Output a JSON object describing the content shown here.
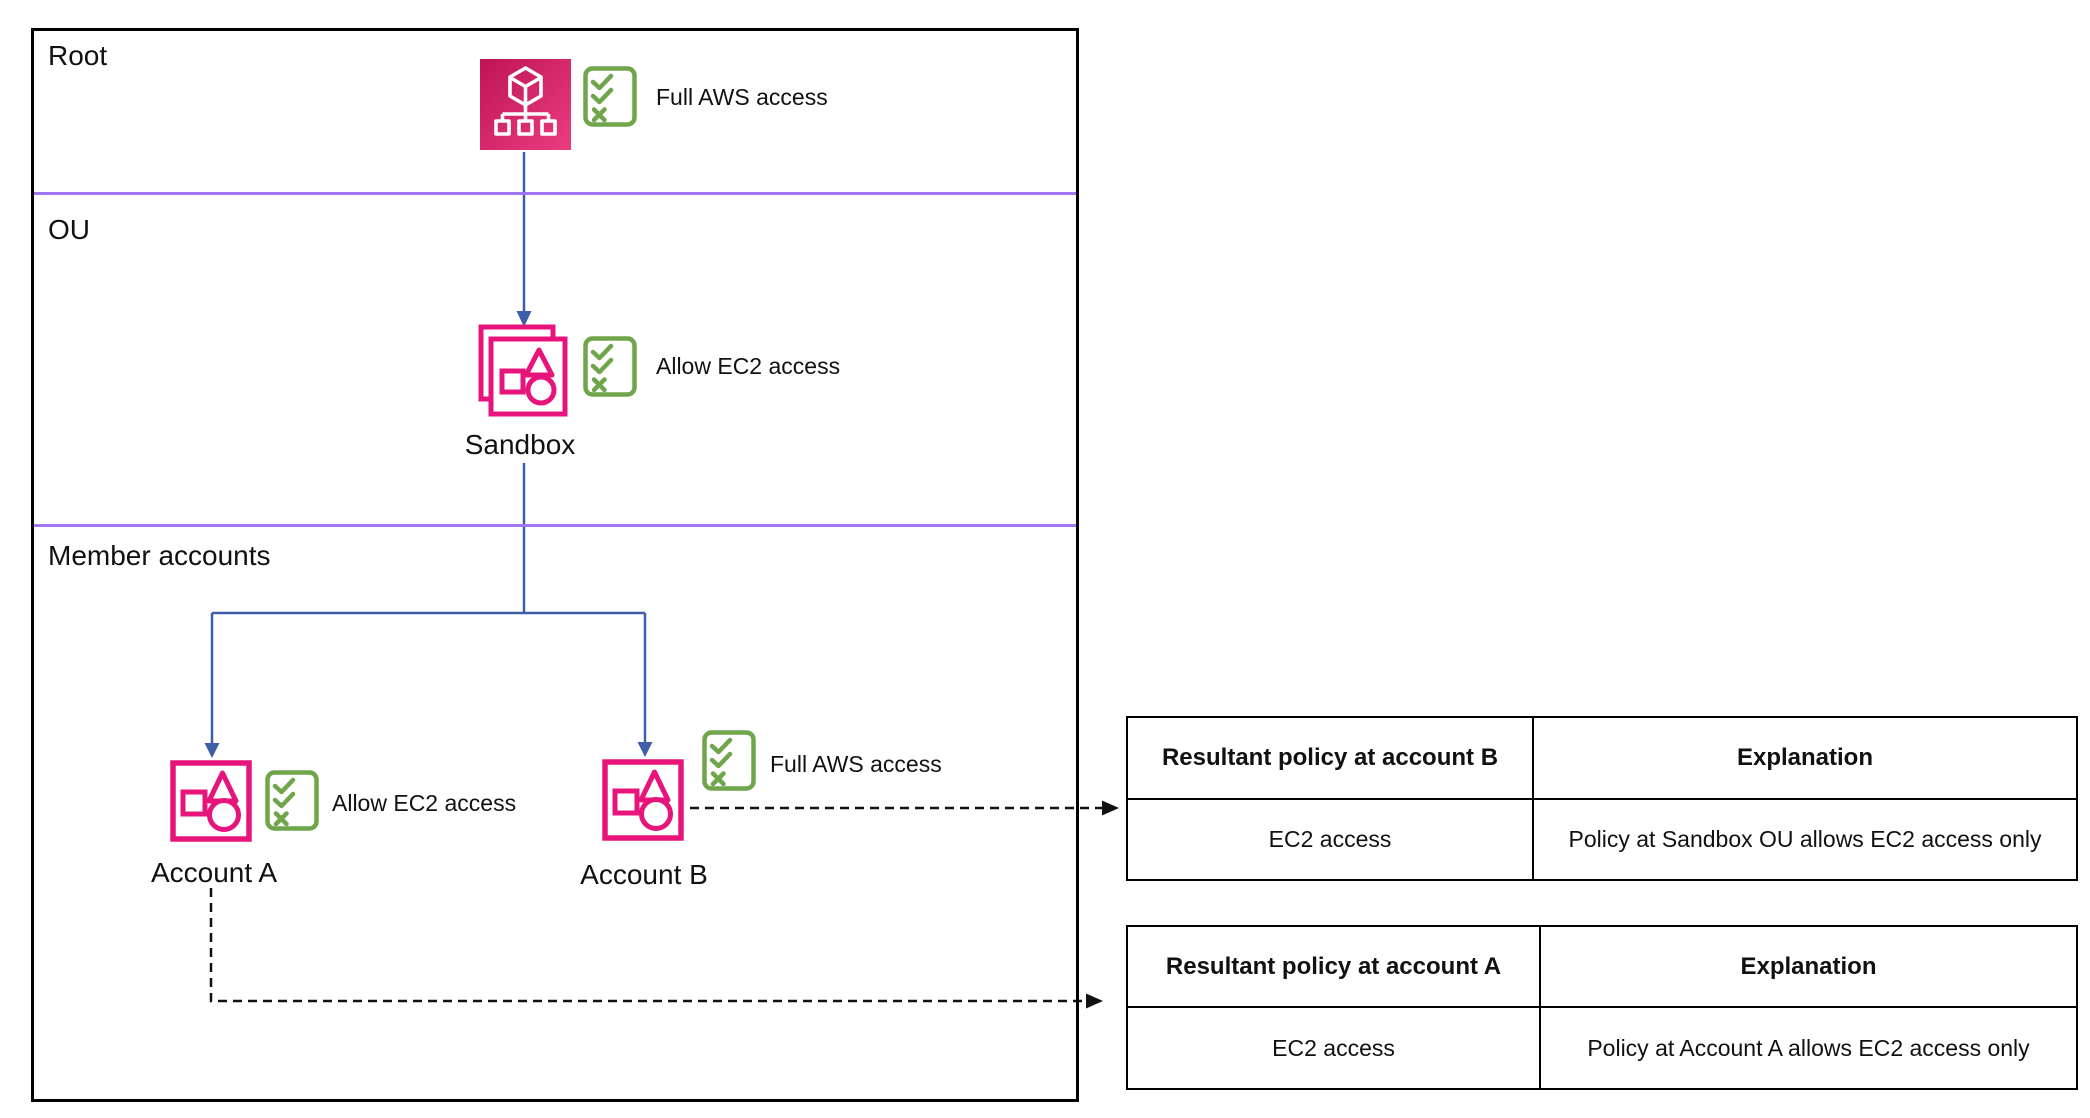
{
  "diagram": {
    "sections": [
      {
        "label": "Root"
      },
      {
        "label": "OU"
      },
      {
        "label": "Member accounts"
      }
    ],
    "nodes": {
      "root": {
        "icon": "aws-organizations-icon",
        "policy": "Full AWS access"
      },
      "sandbox_ou": {
        "icon": "organizational-unit-icon",
        "label": "Sandbox",
        "policy": "Allow EC2 access"
      },
      "account_a": {
        "icon": "aws-account-icon",
        "label": "Account A",
        "policy": "Allow EC2 access"
      },
      "account_b": {
        "icon": "aws-account-icon",
        "label": "Account B",
        "policy": "Full AWS access"
      }
    }
  },
  "tables": [
    {
      "headers": [
        "Resultant policy at account B",
        "Explanation"
      ],
      "rows": [
        [
          "EC2 access",
          "Policy at Sandbox OU allows EC2 access only"
        ]
      ]
    },
    {
      "headers": [
        "Resultant policy at account A",
        "Explanation"
      ],
      "rows": [
        [
          "EC2 access",
          "Policy at Account A allows EC2 access only"
        ]
      ]
    }
  ],
  "colors": {
    "pink": "#E7157B",
    "pink_gradient_dark": "#BE1456",
    "pink_gradient_light": "#EA3D7F",
    "green": "#6FA64C",
    "blue": "#3F5EA7",
    "purple": "#A276F0",
    "black": "#111111"
  }
}
